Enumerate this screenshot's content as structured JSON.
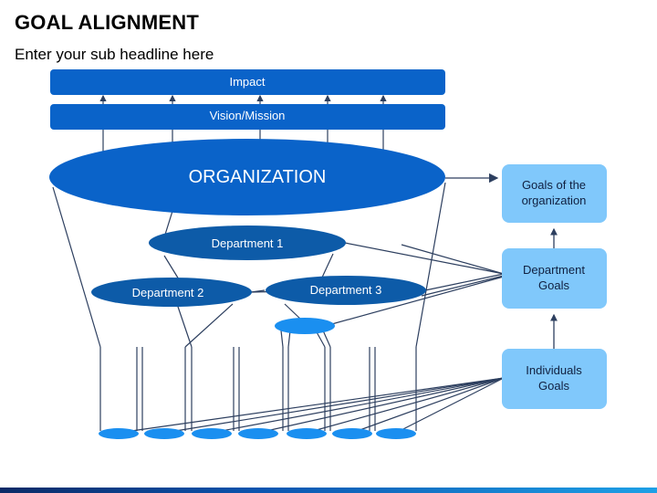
{
  "header": {
    "title": "GOAL ALIGNMENT",
    "subtitle": "Enter your sub headline here"
  },
  "bars": {
    "impact": "Impact",
    "vision": "Vision/Mission"
  },
  "organization": "ORGANIZATION",
  "departments": {
    "d1": "Department 1",
    "d2": "Department 2",
    "d3": "Department 3"
  },
  "goals": {
    "org_line1": "Goals of the",
    "org_line2": "organization",
    "dept_line1": "Department",
    "dept_line2": "Goals",
    "ind_line1": "Individuals",
    "ind_line2": "Goals"
  },
  "colors": {
    "primary": "#0a63c9",
    "dark": "#0d5ba8",
    "light_box": "#80c8fb",
    "individual": "#1a8ff0"
  }
}
